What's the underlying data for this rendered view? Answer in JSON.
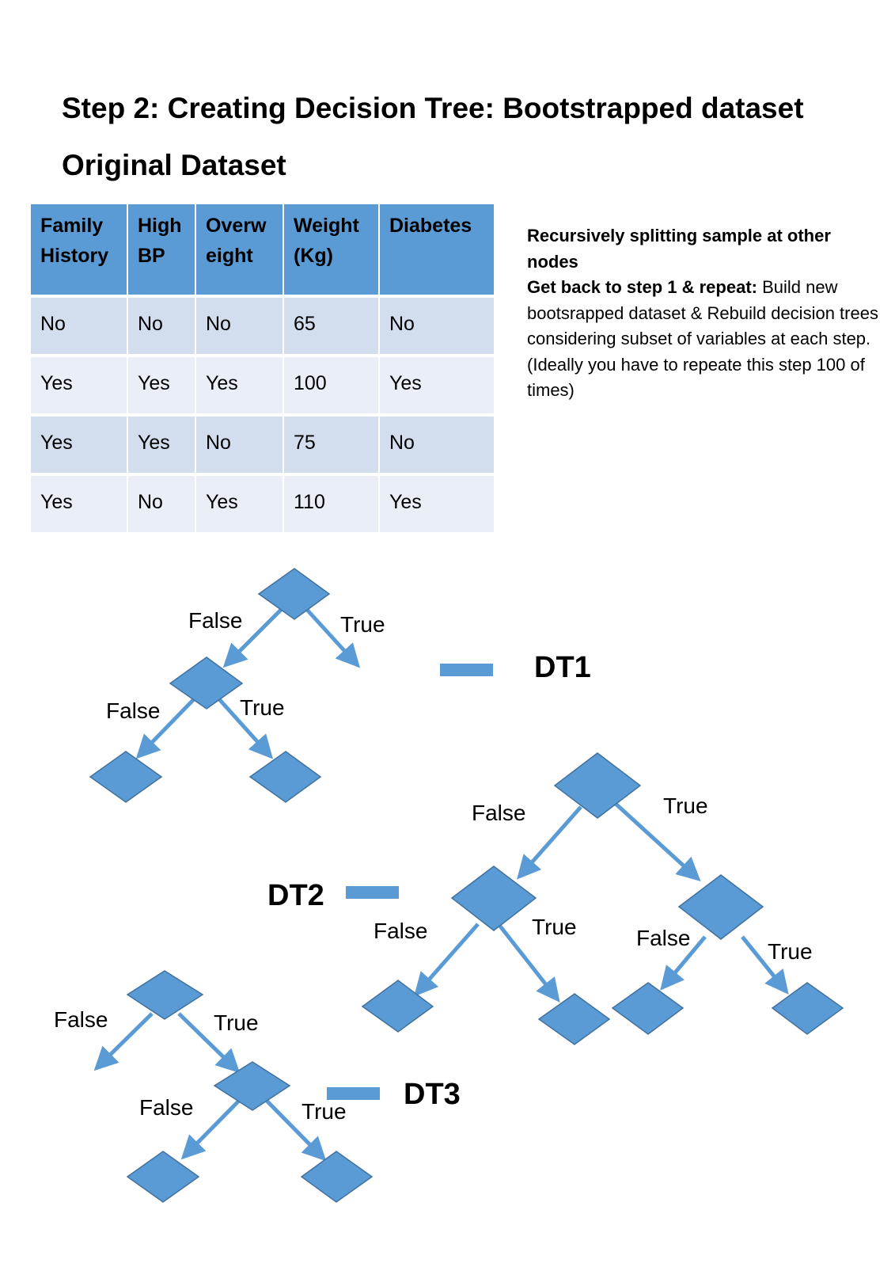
{
  "title": "Step 2: Creating Decision Tree: Bootstrapped dataset",
  "subtitle": "Original Dataset",
  "table": {
    "headers": [
      [
        "Family",
        "History"
      ],
      [
        "High",
        "BP"
      ],
      [
        "Overw",
        "eight"
      ],
      [
        "Weight",
        "(Kg)"
      ],
      [
        "Diabetes",
        ""
      ]
    ],
    "rows": [
      [
        "No",
        "No",
        "No",
        "65",
        "No"
      ],
      [
        "Yes",
        "Yes",
        "Yes",
        "100",
        "Yes"
      ],
      [
        "Yes",
        "Yes",
        "No",
        "75",
        "No"
      ],
      [
        "Yes",
        "No",
        "Yes",
        "110",
        "Yes"
      ]
    ]
  },
  "note": {
    "line1_bold": "Recursively splitting sample at other nodes",
    "line2_bold": "Get back to step 1 & repeat:",
    "line2_rest": " Build new bootsrapped dataset & Rebuild decision trees considering subset of variables at each step.(Ideally you have to repeate this step 100 of times)"
  },
  "colors": {
    "header_fill": "#5b9bd5",
    "row_dark": "#d2ddee",
    "row_light": "#e9eef7",
    "node_fill": "#5b9bd5",
    "arrow": "#5b9bd5"
  },
  "trees": {
    "dt1": {
      "name": "DT1",
      "labels": [
        "False",
        "True",
        "False",
        "True"
      ]
    },
    "dt2": {
      "name": "DT2",
      "labels": [
        "False",
        "True",
        "False",
        "True",
        "False",
        "True"
      ]
    },
    "dt3": {
      "name": "DT3",
      "labels": [
        "False",
        "True",
        "False",
        "True"
      ]
    }
  }
}
